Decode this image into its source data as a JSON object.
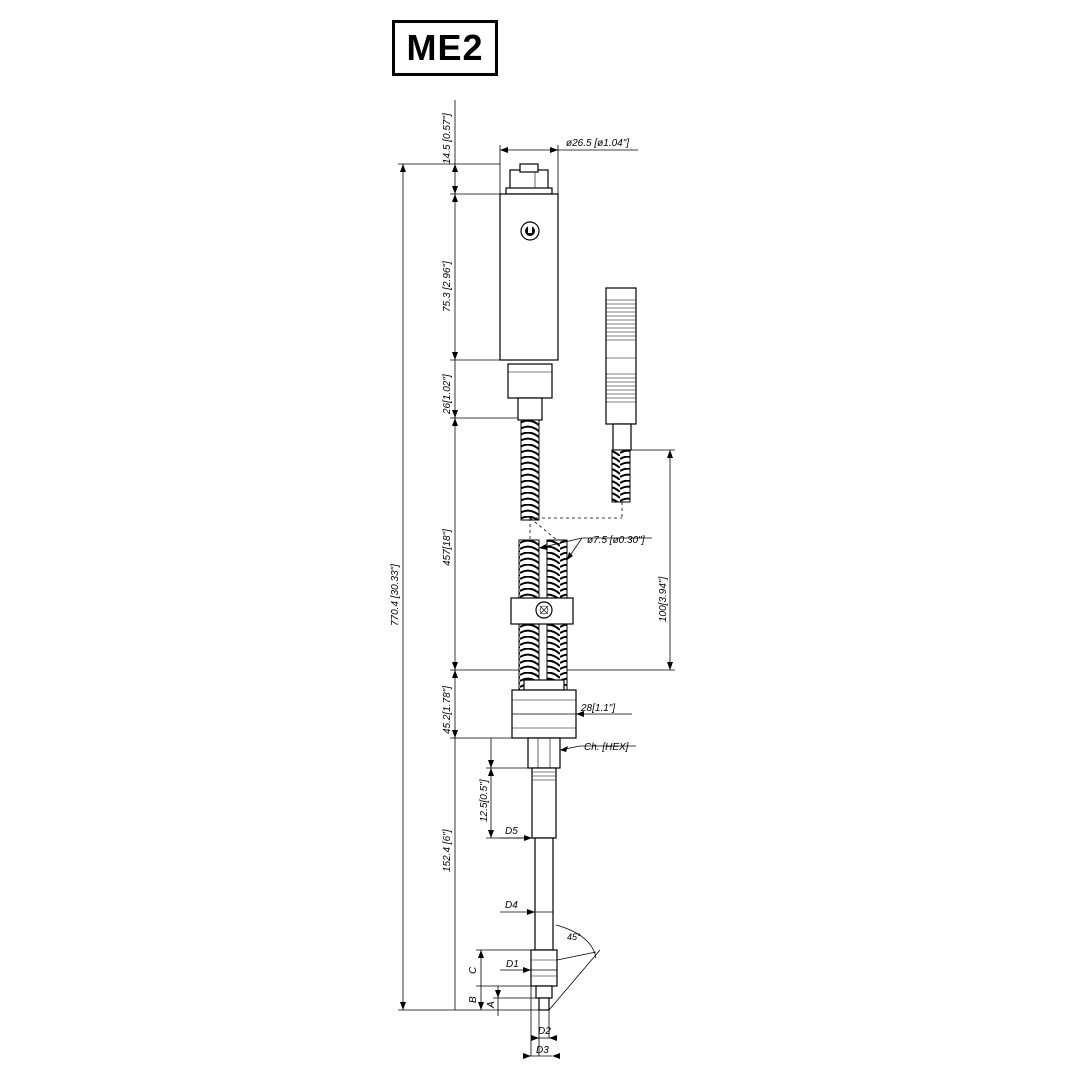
{
  "title": "ME2",
  "dimensions": {
    "top_connector": "14.5 [0.57\"]",
    "housing_diameter": "ø26.5  [ø1.04\"]",
    "housing_length": "75.3 [2.96\"]",
    "nut_length": "26[1.02\"]",
    "overall_length": "770.4 [30.33\"]",
    "flex_length": "457[18\"]",
    "cable_diameter": "ø7.5  [ø0.30\"]",
    "cable_length": "100[3.94\"]",
    "hex_section": "45.2[1.78\"]",
    "hex_width": "28[1.1\"]",
    "hex_label": "Ch.  [HEX]",
    "thread_length": "12.5[0.5\"]",
    "stem_length": "152.4 [6\"]",
    "angle": "45°",
    "d5": "D5",
    "d4": "D4",
    "d1": "D1",
    "d2": "D2",
    "d3": "D3",
    "a": "A",
    "b": "B",
    "c": "C"
  }
}
